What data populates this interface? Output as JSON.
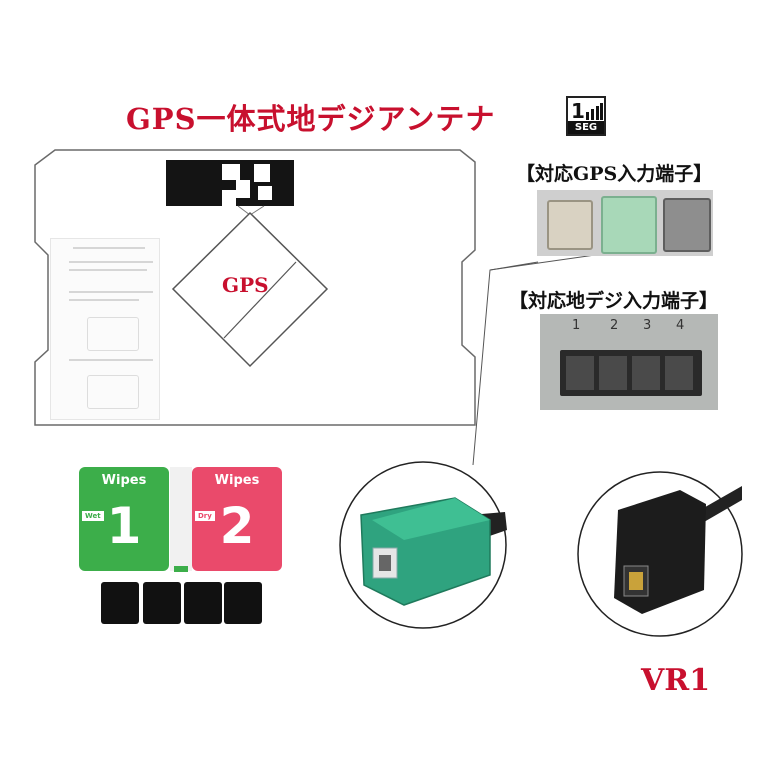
{
  "title": "GPS一体式地デジアンテナ",
  "seg_badge": {
    "number": "1",
    "text": "SEG"
  },
  "antenna": {
    "gps_label": "GPS"
  },
  "gps_terminal_label": "【対応GPS入力端子】",
  "digital_terminal_label": "【対応地デジ入力端子】",
  "digital_terminal_numbers": [
    "1",
    "2",
    "3",
    "4"
  ],
  "wipes": [
    {
      "title": "Wipes",
      "number": "1",
      "tag": "Wet",
      "color": "#3cae4a"
    },
    {
      "title": "Wipes",
      "number": "2",
      "tag": "Dry",
      "color": "#ea4a6b"
    }
  ],
  "connector_label": "VR1",
  "colors": {
    "accent_red": "#c8102e",
    "connector_green": "#2fa37f"
  }
}
